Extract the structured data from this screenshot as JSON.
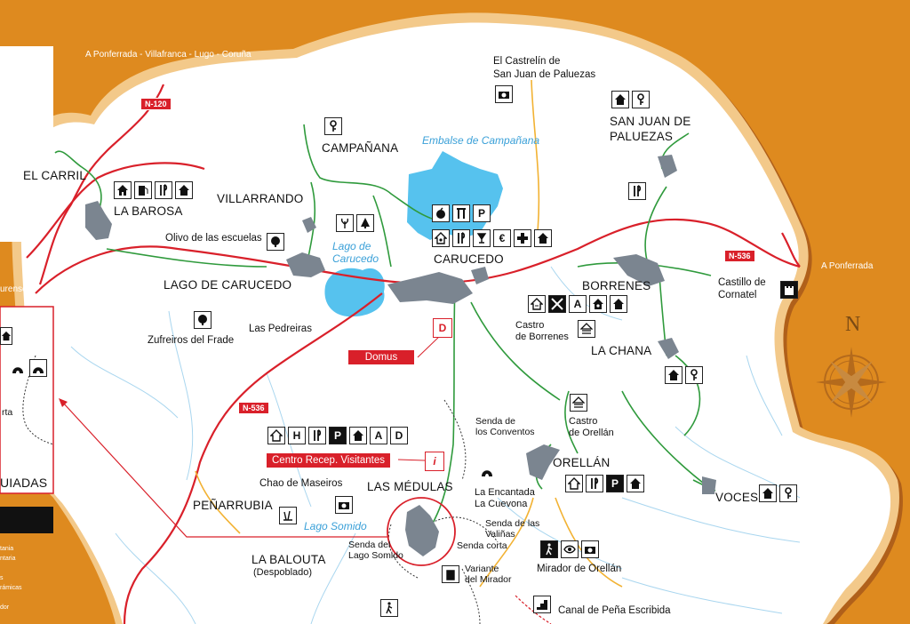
{
  "roads": {
    "n120": "N-120",
    "n536_west": "N-536",
    "n536_east": "N-536",
    "dir_north": "A Ponferrada - Villafranca - Lugo - Coruña",
    "dir_east": "A Ponferrada",
    "dir_west_fragment": "urense"
  },
  "places": {
    "el_carril": "EL CARRIL",
    "la_barosa": "LA BAROSA",
    "villarrando": "VILLARRANDO",
    "campanana": "CAMPAÑANA",
    "lago_de_carucedo": "LAGO DE CARUCEDO",
    "carucedo": "CARUCEDO",
    "borrenes": "BORRENES",
    "la_chana": "LA CHANA",
    "san_juan": "SAN JUAN DE\nPALUEZAS",
    "castrelin": "El Castrelín de\nSan Juan de Paluezas",
    "castillo": "Castillo de\nCornatel",
    "olivo": "Olivo de las escuelas",
    "las_pedreiras": "Las Pedreiras",
    "zufreiros": "Zufreiros del Frade",
    "castro_borrenes": "Castro\nde Borrenes",
    "castro_orellan": "Castro\nde Orellán",
    "orellan": "ORELLÁN",
    "voces": "VOCES",
    "las_medulas": "LAS MÉDULAS",
    "chao": "Chao de Maseiros",
    "penarrubia": "PEÑARRUBIA",
    "la_balouta": "LA BALOUTA",
    "despoblado": "(Despoblado)",
    "encantada": "La Encantada\nLa Cuevona",
    "mirador_orellan": "Mirador de Orellán",
    "canal": "Canal de Peña Escribida"
  },
  "water": {
    "embalse": "Embalse de Campañana",
    "lago_carucedo": "Lago de\nCarucedo",
    "lago_somido": "Lago Somido"
  },
  "trails": {
    "conventos": "Senda de\nlos Conventos",
    "valinas": "Senda de las\nValiñas",
    "corta": "Senda corta",
    "lago_somido": "Senda del\nLago Somido",
    "variante": "Variante\ndel Mirador"
  },
  "labels": {
    "domus": "Domus",
    "centro": "Centro Recep. Visitantes"
  },
  "icon_letters": {
    "parking": "P",
    "hotel": "H",
    "albergue": "A",
    "domus": "D",
    "info": "i",
    "euro": "€"
  },
  "compass": {
    "north": "N"
  },
  "left_panel": {
    "guided_fragment": "UIADAS",
    "corta_fragment": "rta",
    "legend_lines": "tania\nntaria\n\ns\nrámicas\n\ndor"
  },
  "colors": {
    "background": "#de8a1f",
    "land": "#ffffff",
    "lake": "#56c2ee",
    "red_road": "#d9202a",
    "trail": "#2f9a3c",
    "yellow_road": "#f2b233",
    "village": "#7b8590"
  }
}
